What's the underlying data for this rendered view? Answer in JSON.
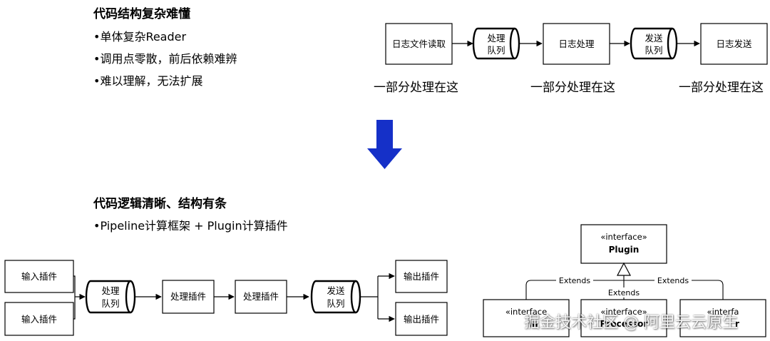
{
  "top": {
    "heading": "代码结构复杂难懂",
    "bullets": [
      "•单体复杂Reader",
      "•调用点零散，前后依赖难辨",
      "•难以理解，无法扩展"
    ],
    "flow": {
      "box1": "日志文件读取",
      "queue1": [
        "处理",
        "队列"
      ],
      "box2": "日志处理",
      "queue2": [
        "发送",
        "队列"
      ],
      "box3": "日志发送"
    },
    "under_labels": [
      "一部分处理在这",
      "一部分处理在这",
      "一部分处理在这"
    ]
  },
  "arrow_color": "#1530c8",
  "bottom": {
    "heading": "代码逻辑清晰、结构有条",
    "bullet": "•Pipeline计算框架 + Plugin计算插件",
    "pipeline": {
      "input1": "输入插件",
      "input2": "输入插件",
      "queue1": [
        "处理",
        "队列"
      ],
      "proc1": "处理插件",
      "proc2": "处理插件",
      "queue2": [
        "发送",
        "队列"
      ],
      "output1": "输出插件",
      "output2": "输出插件"
    },
    "uml": {
      "plugin_stereo": "«interface»",
      "plugin_name": "Plugin",
      "extends_left": "Extends",
      "extends_mid": "Extends",
      "extends_right": "Extends",
      "child_stereos": [
        "«interface",
        "«interface»",
        "«interfa"
      ],
      "child_names": [
        "In",
        "Processor",
        "r"
      ]
    }
  },
  "watermark": "掘金技术社区 @ 阿里云云原生"
}
